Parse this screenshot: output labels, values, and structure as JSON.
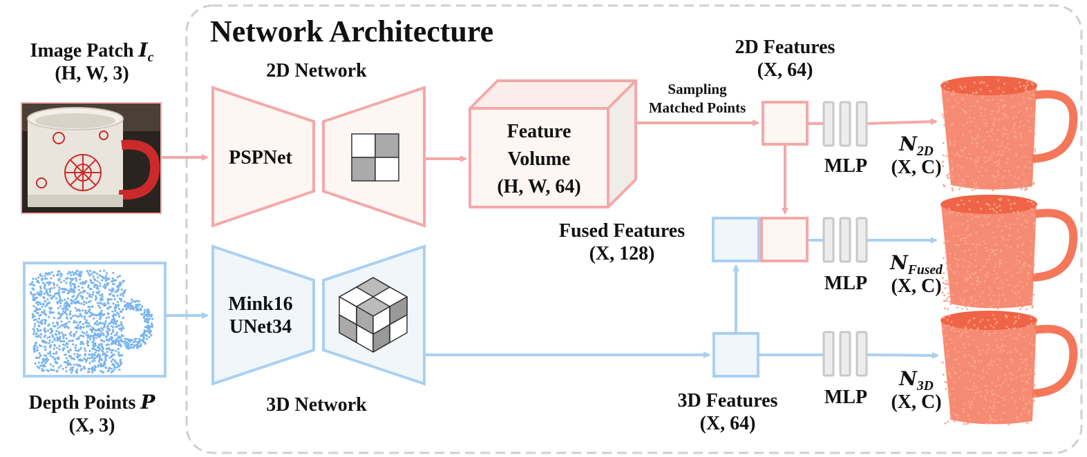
{
  "title": "Network Architecture",
  "input_image": {
    "label": "Image Patch",
    "symbol": "I",
    "symbol_sub": "c",
    "shape": "(H, W, 3)"
  },
  "input_depth": {
    "label": "Depth Points",
    "symbol": "P",
    "shape": "(X, 3)"
  },
  "network_2d": {
    "label": "2D Network",
    "encoder": "PSPNet"
  },
  "network_3d": {
    "label": "3D Network",
    "encoder_line1": "Mink16",
    "encoder_line2": "UNet34"
  },
  "feature_volume": {
    "line1": "Feature",
    "line2": "Volume",
    "line3": "(H, W, 64)"
  },
  "sampling": {
    "line1": "Sampling",
    "line2": "Matched Points"
  },
  "features_2d": {
    "label": "2D Features",
    "shape": "(X, 64)"
  },
  "features_3d": {
    "label": "3D Features",
    "shape": "(X, 64)"
  },
  "features_fused": {
    "label": "Fused Features",
    "shape": "(X, 128)"
  },
  "mlp_label": "MLP",
  "outputs": [
    {
      "symbol": "N",
      "sub": "2D",
      "shape": "(X, C)"
    },
    {
      "symbol": "N",
      "sub": "Fused",
      "shape": "(X, C)"
    },
    {
      "symbol": "N",
      "sub": "3D",
      "shape": "(X, C)"
    }
  ],
  "colors": {
    "pink_stroke": "#f4a8a8",
    "pink_fill": "#fdf6f3",
    "blue_stroke": "#a9d0f2",
    "blue_fill": "#f1f6fa",
    "mlp_stroke": "#c8c8c8",
    "mlp_fill": "#ededed",
    "dash_border": "#cfcfcf",
    "point_orange": "#f5775a",
    "point_blue": "#7ab4ee",
    "mug_red": "#cc2a2a"
  }
}
